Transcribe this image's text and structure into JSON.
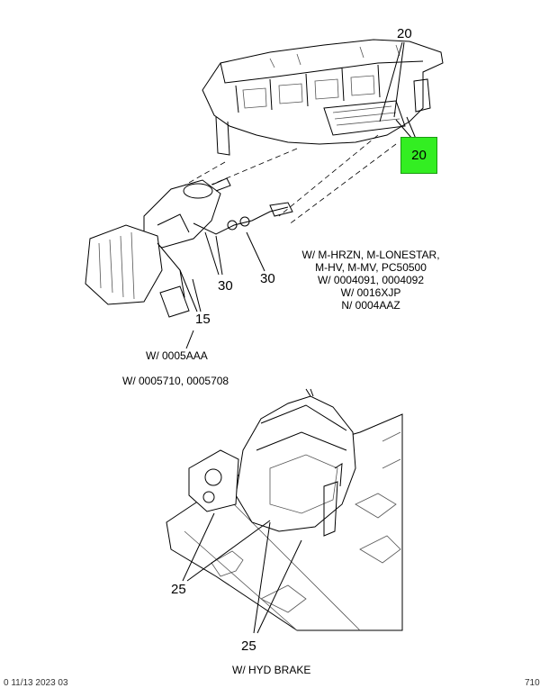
{
  "callouts": {
    "c20_top": "20",
    "c20_box": "20",
    "c30_left": "30",
    "c30_right": "30",
    "c15": "15",
    "c25_left": "25",
    "c25_bottom": "25"
  },
  "highlight_color": "#33ee22",
  "applicability_note": {
    "line1": "W/ M-HRZN, M-LONESTAR,",
    "line2": "M-HV, M-MV, PC50500",
    "line3": "W/ 0004091, 0004092",
    "line4": "W/ 0016XJP",
    "line5": "N/ 0004AAZ"
  },
  "captions": {
    "upper_1": "W/ 0005AAA",
    "upper_2": "W/ 0005710, 0005708",
    "lower": "W/ HYD BRAKE"
  },
  "footer": {
    "left": "0 11/13 2023 03",
    "right": "710"
  }
}
